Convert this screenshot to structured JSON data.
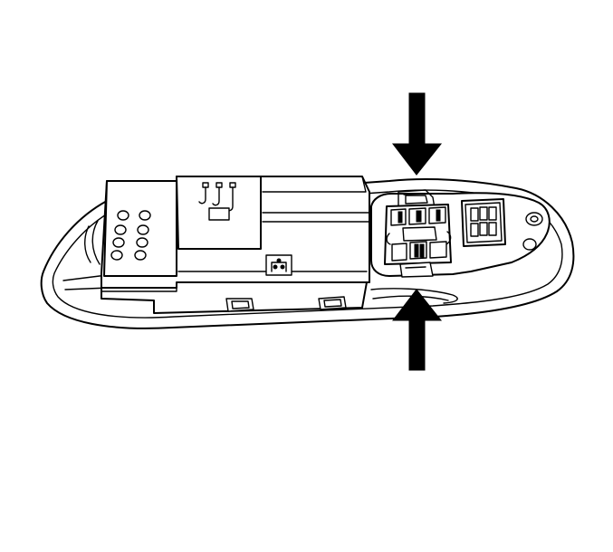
{
  "diagram": {
    "subject": "window-switch-assembly",
    "colors": {
      "line": "#000000",
      "background": "#ffffff"
    },
    "arrows": [
      {
        "name": "press-down-arrow",
        "direction": "down"
      },
      {
        "name": "press-up-arrow",
        "direction": "up"
      }
    ]
  }
}
